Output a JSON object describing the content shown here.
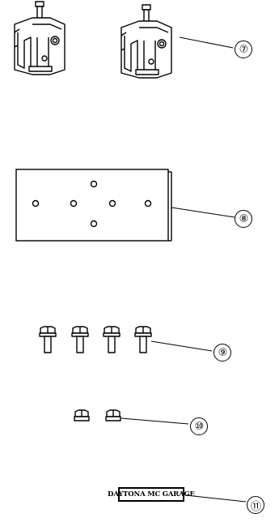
{
  "parts": [
    {
      "number": "⑦",
      "name": "bracket clamp"
    },
    {
      "number": "⑧",
      "name": "mounting plate"
    },
    {
      "number": "⑨",
      "name": "flange bolts"
    },
    {
      "number": "⑩",
      "name": "flange nuts"
    },
    {
      "number": "⑪",
      "name": "name plate"
    }
  ],
  "nameplate_text": "DAYTONA MC GARAGE"
}
